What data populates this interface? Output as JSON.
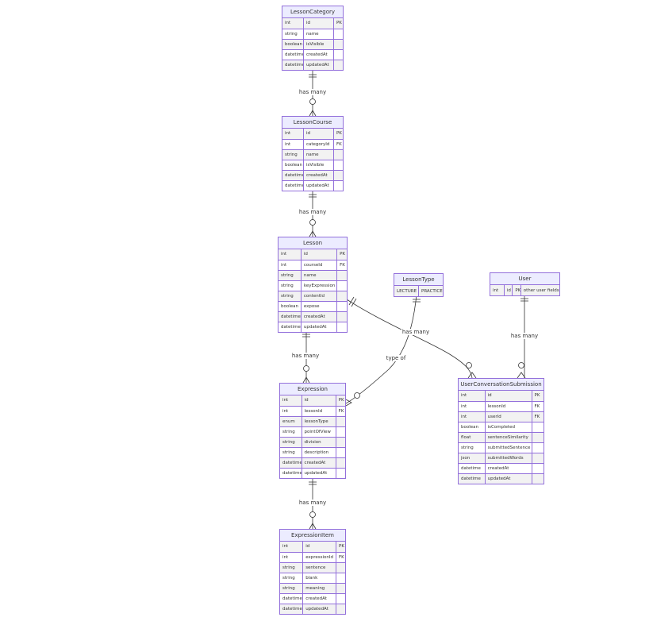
{
  "entities": {
    "lesson_category": {
      "name": "LessonCategory",
      "rows": [
        [
          "int",
          "id",
          "PK"
        ],
        [
          "string",
          "name",
          ""
        ],
        [
          "boolean",
          "isVisible",
          ""
        ],
        [
          "datetime",
          "createdAt",
          ""
        ],
        [
          "datetime",
          "updatedAt",
          ""
        ]
      ]
    },
    "lesson_course": {
      "name": "LessonCourse",
      "rows": [
        [
          "int",
          "id",
          "PK"
        ],
        [
          "int",
          "categoryId",
          "FK"
        ],
        [
          "string",
          "name",
          ""
        ],
        [
          "boolean",
          "isVisible",
          ""
        ],
        [
          "datetime",
          "createdAt",
          ""
        ],
        [
          "datetime",
          "updatedAt",
          ""
        ]
      ]
    },
    "lesson": {
      "name": "Lesson",
      "rows": [
        [
          "int",
          "id",
          "PK"
        ],
        [
          "int",
          "courseId",
          "FK"
        ],
        [
          "string",
          "name",
          ""
        ],
        [
          "string",
          "keyExpression",
          ""
        ],
        [
          "string",
          "contentId",
          ""
        ],
        [
          "boolean",
          "expose",
          ""
        ],
        [
          "datetime",
          "createdAt",
          ""
        ],
        [
          "datetime",
          "updatedAt",
          ""
        ]
      ]
    },
    "lesson_type": {
      "name": "LessonType",
      "rows": [
        [
          "LECTURE",
          "PRACTICE"
        ]
      ]
    },
    "user": {
      "name": "User",
      "rows": [
        [
          "int",
          "id",
          "PK",
          "other user fields"
        ]
      ]
    },
    "expression": {
      "name": "Expression",
      "rows": [
        [
          "int",
          "id",
          "PK"
        ],
        [
          "int",
          "lessonId",
          "FK"
        ],
        [
          "enum",
          "lessonType",
          ""
        ],
        [
          "string",
          "pointOfView",
          ""
        ],
        [
          "string",
          "division",
          ""
        ],
        [
          "string",
          "description",
          ""
        ],
        [
          "datetime",
          "createdAt",
          ""
        ],
        [
          "datetime",
          "updatedAt",
          ""
        ]
      ]
    },
    "user_conversation_submission": {
      "name": "UserConversationSubmission",
      "rows": [
        [
          "int",
          "id",
          "PK"
        ],
        [
          "int",
          "lessonId",
          "FK"
        ],
        [
          "int",
          "userId",
          "FK"
        ],
        [
          "boolean",
          "isCompleted",
          ""
        ],
        [
          "float",
          "sentenceSimilarity",
          ""
        ],
        [
          "string",
          "submittedSentence",
          ""
        ],
        [
          "json",
          "submittedWords",
          ""
        ],
        [
          "datetime",
          "createdAt",
          ""
        ],
        [
          "datetime",
          "updatedAt",
          ""
        ]
      ]
    },
    "expression_item": {
      "name": "ExpressionItem",
      "rows": [
        [
          "int",
          "id",
          "PK"
        ],
        [
          "int",
          "expressionId",
          "FK"
        ],
        [
          "string",
          "sentence",
          ""
        ],
        [
          "string",
          "blank",
          ""
        ],
        [
          "string",
          "meaning",
          ""
        ],
        [
          "datetime",
          "createdAt",
          ""
        ],
        [
          "datetime",
          "updatedAt",
          ""
        ]
      ]
    }
  },
  "relationships": {
    "category_course": "has many",
    "course_lesson": "has many",
    "lesson_expression": "has many",
    "lesson_submission": "has many",
    "type_expression": "type of",
    "user_submission": "has many",
    "expression_item": "has many"
  },
  "colors": {
    "border": "#9370db",
    "header": "#ececff",
    "line": "#333333"
  }
}
